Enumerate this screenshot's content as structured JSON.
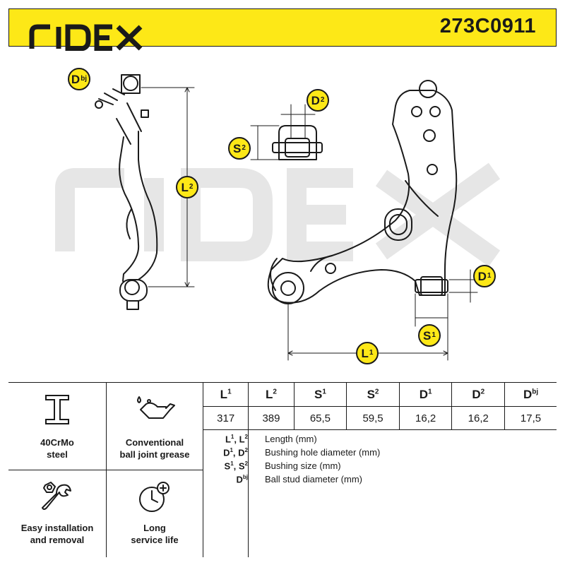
{
  "header": {
    "brand": "RIDEX",
    "part_number": "273C0911"
  },
  "drawing": {
    "watermark": "RIDEX",
    "tags": {
      "dbj": {
        "base": "D",
        "sup": "bj"
      },
      "l2": {
        "base": "L",
        "sup": "2"
      },
      "d2": {
        "base": "D",
        "sup": "2"
      },
      "s2": {
        "base": "S",
        "sup": "2"
      },
      "d1": {
        "base": "D",
        "sup": "1"
      },
      "s1": {
        "base": "S",
        "sup": "1"
      },
      "l1": {
        "base": "L",
        "sup": "1"
      }
    }
  },
  "features": [
    {
      "icon": "i-beam-icon",
      "label_line1": "40CrMo",
      "label_line2": "steel"
    },
    {
      "icon": "oil-can-icon",
      "label_line1": "Conventional",
      "label_line2": "ball joint grease"
    },
    {
      "icon": "tools-icon",
      "label_line1": "Easy installation",
      "label_line2": "and removal"
    },
    {
      "icon": "clock-plus-icon",
      "label_line1": "Long",
      "label_line2": "service life"
    }
  ],
  "dimensions": {
    "headers": [
      {
        "base": "L",
        "sup": "1"
      },
      {
        "base": "L",
        "sup": "2"
      },
      {
        "base": "S",
        "sup": "1"
      },
      {
        "base": "S",
        "sup": "2"
      },
      {
        "base": "D",
        "sup": "1"
      },
      {
        "base": "D",
        "sup": "2"
      },
      {
        "base": "D",
        "sup": "bj"
      }
    ],
    "values": [
      "317",
      "389",
      "65,5",
      "59,5",
      "16,2",
      "16,2",
      "17,5"
    ]
  },
  "legend": [
    {
      "key_a": "L",
      "sup_a": "1",
      "key_b": "L",
      "sup_b": "2",
      "text": "Length (mm)"
    },
    {
      "key_a": "D",
      "sup_a": "1",
      "key_b": "D",
      "sup_b": "2",
      "text": "Bushing hole diameter (mm)"
    },
    {
      "key_a": "S",
      "sup_a": "1",
      "key_b": "S",
      "sup_b": "2",
      "text": "Bushing size (mm)"
    },
    {
      "key_a": "D",
      "sup_a": "bj",
      "key_b": "",
      "sup_b": "",
      "text": "Ball stud diameter (mm)"
    }
  ],
  "colors": {
    "accent": "#fde817",
    "ink": "#1a1a1a",
    "watermark": "#e6e6e6"
  }
}
